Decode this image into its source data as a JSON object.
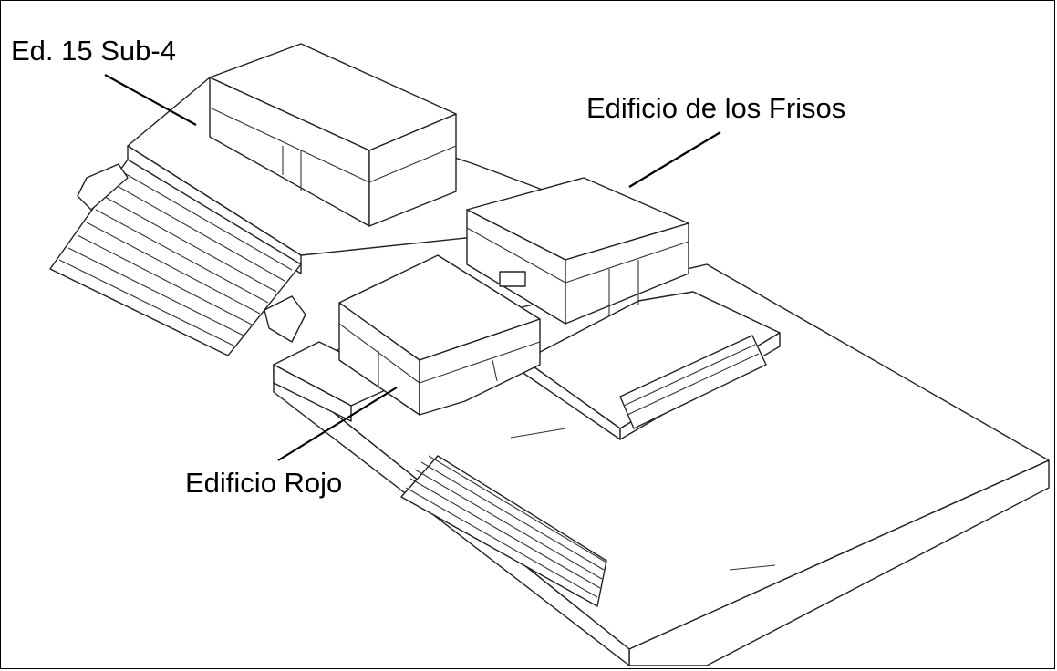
{
  "labels": {
    "ed15": "Ed. 15 Sub-4",
    "frisos": "Edificio de los Frisos",
    "rojo": "Edificio Rojo"
  }
}
